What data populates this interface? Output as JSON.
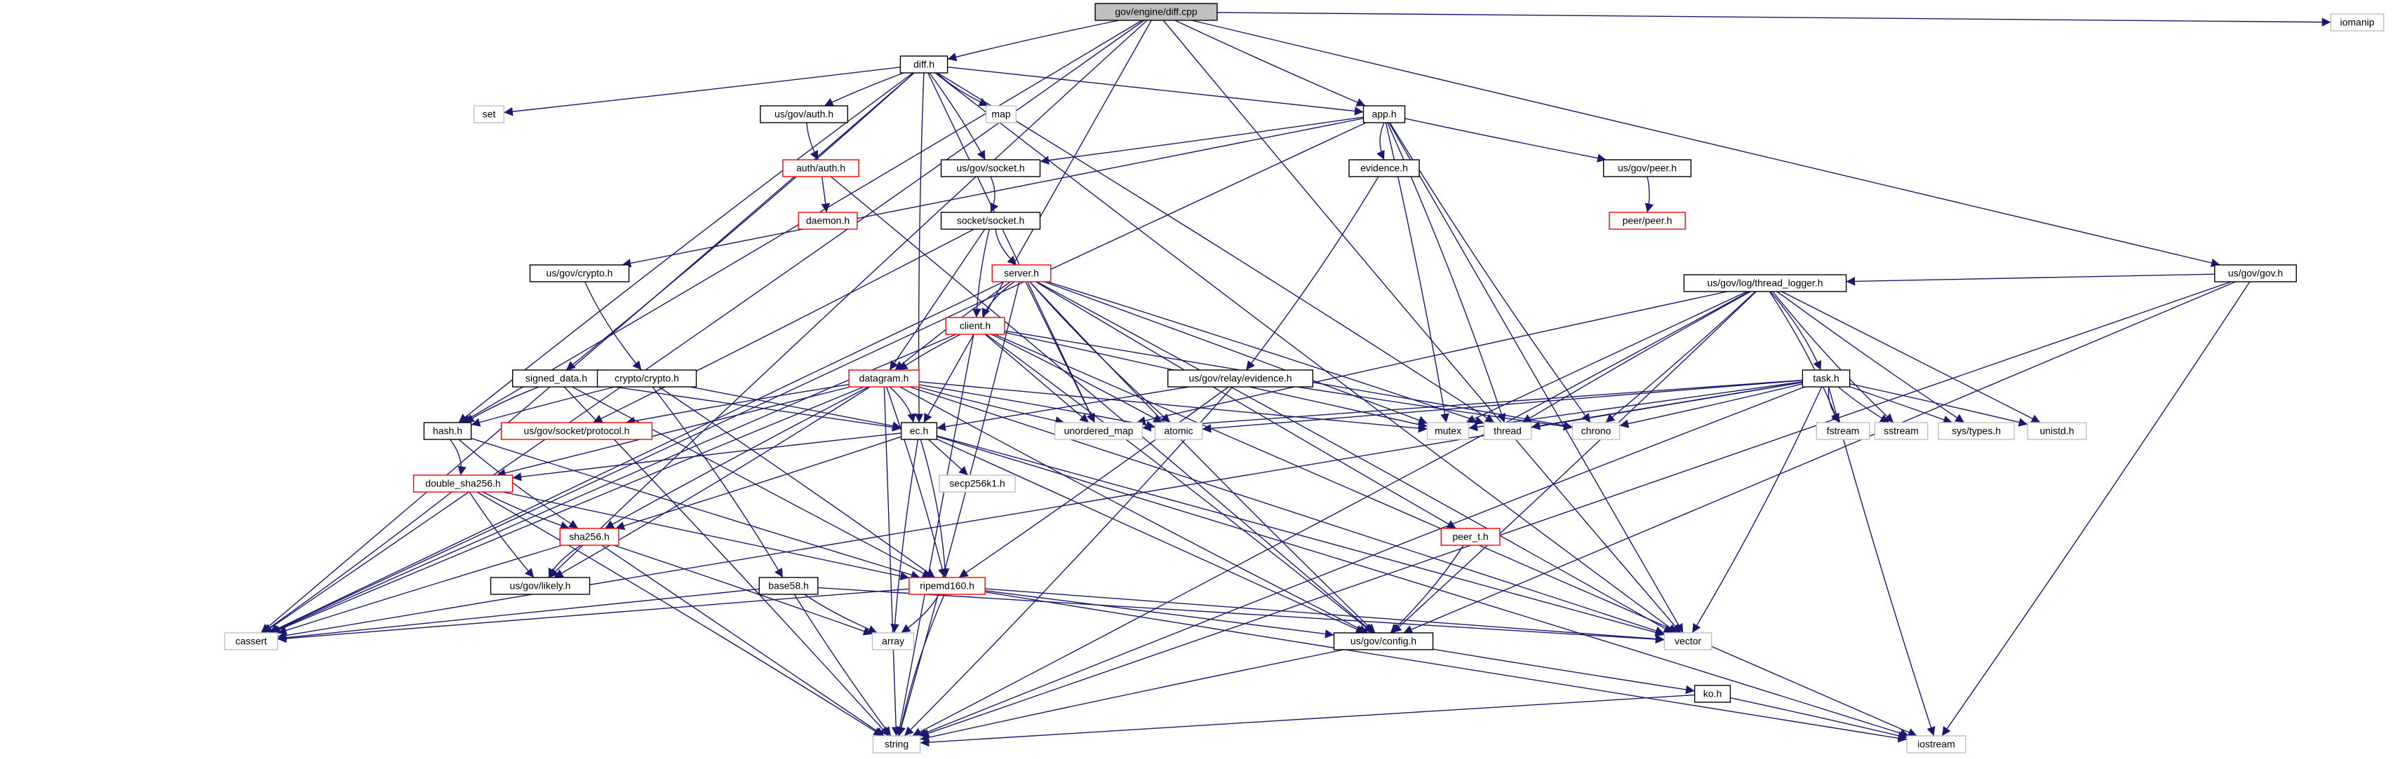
{
  "title": "gov/engine/diff.cpp",
  "colors": {
    "edge": "#191970",
    "node_fill": "#ffffff",
    "root_fill": "#bfbfbf",
    "documented_border": "#000000",
    "truncated_border": "#ff0000",
    "external_border": "#bfbfbf"
  },
  "nodes": [
    {
      "id": "diffcpp",
      "label": "gov/engine/diff.cpp",
      "kind": "root"
    },
    {
      "id": "iomanip",
      "label": "iomanip",
      "kind": "external"
    },
    {
      "id": "diffh",
      "label": "diff.h",
      "kind": "documented"
    },
    {
      "id": "set",
      "label": "set",
      "kind": "external"
    },
    {
      "id": "map",
      "label": "map",
      "kind": "external"
    },
    {
      "id": "govauth",
      "label": "us/gov/auth.h",
      "kind": "documented"
    },
    {
      "id": "authauth",
      "label": "auth/auth.h",
      "kind": "truncated"
    },
    {
      "id": "daemon",
      "label": "daemon.h",
      "kind": "truncated"
    },
    {
      "id": "apph",
      "label": "app.h",
      "kind": "documented"
    },
    {
      "id": "govsocket",
      "label": "us/gov/socket.h",
      "kind": "documented"
    },
    {
      "id": "evidence",
      "label": "evidence.h",
      "kind": "documented"
    },
    {
      "id": "govpeer",
      "label": "us/gov/peer.h",
      "kind": "documented"
    },
    {
      "id": "peerpeer",
      "label": "peer/peer.h",
      "kind": "truncated"
    },
    {
      "id": "socketsocket",
      "label": "socket/socket.h",
      "kind": "documented"
    },
    {
      "id": "govcrypto",
      "label": "us/gov/crypto.h",
      "kind": "documented"
    },
    {
      "id": "server",
      "label": "server.h",
      "kind": "truncated"
    },
    {
      "id": "govgov",
      "label": "us/gov/gov.h",
      "kind": "documented"
    },
    {
      "id": "thread_logger",
      "label": "us/gov/log/thread_logger.h",
      "kind": "documented"
    },
    {
      "id": "client",
      "label": "client.h",
      "kind": "truncated"
    },
    {
      "id": "signed_data",
      "label": "signed_data.h",
      "kind": "documented"
    },
    {
      "id": "cryptocrypto",
      "label": "crypto/crypto.h",
      "kind": "documented"
    },
    {
      "id": "datagram",
      "label": "datagram.h",
      "kind": "truncated"
    },
    {
      "id": "relayevidence",
      "label": "us/gov/relay/evidence.h",
      "kind": "documented"
    },
    {
      "id": "task",
      "label": "task.h",
      "kind": "documented"
    },
    {
      "id": "hash",
      "label": "hash.h",
      "kind": "documented"
    },
    {
      "id": "protocol",
      "label": "us/gov/socket/protocol.h",
      "kind": "truncated"
    },
    {
      "id": "ec",
      "label": "ec.h",
      "kind": "documented"
    },
    {
      "id": "unordered_map",
      "label": "unordered_map",
      "kind": "external"
    },
    {
      "id": "atomic",
      "label": "atomic",
      "kind": "external"
    },
    {
      "id": "mutex",
      "label": "mutex",
      "kind": "external"
    },
    {
      "id": "thread",
      "label": "thread",
      "kind": "external"
    },
    {
      "id": "chrono",
      "label": "chrono",
      "kind": "external"
    },
    {
      "id": "fstream",
      "label": "fstream",
      "kind": "external"
    },
    {
      "id": "sstream",
      "label": "sstream",
      "kind": "external"
    },
    {
      "id": "systypes",
      "label": "sys/types.h",
      "kind": "external"
    },
    {
      "id": "unistd",
      "label": "unistd.h",
      "kind": "external"
    },
    {
      "id": "secp",
      "label": "secp256k1.h",
      "kind": "external"
    },
    {
      "id": "double_sha",
      "label": "double_sha256.h",
      "kind": "truncated"
    },
    {
      "id": "sha256",
      "label": "sha256.h",
      "kind": "truncated"
    },
    {
      "id": "peer_t",
      "label": "peer_t.h",
      "kind": "truncated"
    },
    {
      "id": "likely",
      "label": "us/gov/likely.h",
      "kind": "documented"
    },
    {
      "id": "base58",
      "label": "base58.h",
      "kind": "documented"
    },
    {
      "id": "ripemd",
      "label": "ripemd160.h",
      "kind": "truncated"
    },
    {
      "id": "cassert",
      "label": "cassert",
      "kind": "external"
    },
    {
      "id": "array",
      "label": "array",
      "kind": "external"
    },
    {
      "id": "config",
      "label": "us/gov/config.h",
      "kind": "documented"
    },
    {
      "id": "vector",
      "label": "vector",
      "kind": "external"
    },
    {
      "id": "ko",
      "label": "ko.h",
      "kind": "documented"
    },
    {
      "id": "string",
      "label": "string",
      "kind": "external"
    },
    {
      "id": "iostream",
      "label": "iostream",
      "kind": "external"
    }
  ],
  "edges": [
    [
      "diffcpp",
      "diffh"
    ],
    [
      "diffcpp",
      "apph"
    ],
    [
      "diffcpp",
      "iomanip"
    ],
    [
      "diffcpp",
      "govgov"
    ],
    [
      "diffcpp",
      "cassert"
    ],
    [
      "diffcpp",
      "likely"
    ],
    [
      "diffcpp",
      "vector"
    ],
    [
      "diffcpp",
      "ec"
    ],
    [
      "diffcpp",
      "hash"
    ],
    [
      "diffh",
      "set"
    ],
    [
      "diffh",
      "map"
    ],
    [
      "diffh",
      "govauth"
    ],
    [
      "diffh",
      "apph"
    ],
    [
      "diffh",
      "govsocket"
    ],
    [
      "diffh",
      "signed_data"
    ],
    [
      "diffh",
      "hash"
    ],
    [
      "diffh",
      "ec"
    ],
    [
      "diffh",
      "unordered_map"
    ],
    [
      "diffh",
      "cassert"
    ],
    [
      "diffh",
      "thread"
    ],
    [
      "diffh",
      "vector"
    ],
    [
      "govauth",
      "authauth"
    ],
    [
      "authauth",
      "daemon"
    ],
    [
      "authauth",
      "config"
    ],
    [
      "apph",
      "govsocket"
    ],
    [
      "apph",
      "evidence"
    ],
    [
      "apph",
      "govpeer"
    ],
    [
      "apph",
      "govcrypto"
    ],
    [
      "apph",
      "mutex"
    ],
    [
      "apph",
      "thread"
    ],
    [
      "apph",
      "chrono"
    ],
    [
      "apph",
      "cassert"
    ],
    [
      "apph",
      "vector"
    ],
    [
      "govpeer",
      "peerpeer"
    ],
    [
      "govsocket",
      "socketsocket"
    ],
    [
      "socketsocket",
      "server"
    ],
    [
      "socketsocket",
      "client"
    ],
    [
      "socketsocket",
      "datagram"
    ],
    [
      "socketsocket",
      "protocol"
    ],
    [
      "evidence",
      "relayevidence"
    ],
    [
      "govcrypto",
      "cryptocrypto"
    ],
    [
      "cryptocrypto",
      "hash"
    ],
    [
      "cryptocrypto",
      "ec"
    ],
    [
      "cryptocrypto",
      "ripemd"
    ],
    [
      "cryptocrypto",
      "base58"
    ],
    [
      "server",
      "client"
    ],
    [
      "server",
      "datagram"
    ],
    [
      "server",
      "unordered_map"
    ],
    [
      "server",
      "mutex"
    ],
    [
      "server",
      "thread"
    ],
    [
      "server",
      "config"
    ],
    [
      "server",
      "peer_t"
    ],
    [
      "server",
      "cassert"
    ],
    [
      "server",
      "string"
    ],
    [
      "server",
      "vector"
    ],
    [
      "server",
      "atomic"
    ],
    [
      "client",
      "datagram"
    ],
    [
      "client",
      "unordered_map"
    ],
    [
      "client",
      "atomic"
    ],
    [
      "client",
      "config"
    ],
    [
      "client",
      "cassert"
    ],
    [
      "client",
      "mutex"
    ],
    [
      "client",
      "string"
    ],
    [
      "client",
      "iostream"
    ],
    [
      "client",
      "chrono"
    ],
    [
      "govgov",
      "thread_logger"
    ],
    [
      "govgov",
      "config"
    ],
    [
      "govgov",
      "string"
    ],
    [
      "govgov",
      "iostream"
    ],
    [
      "thread_logger",
      "task"
    ],
    [
      "thread_logger",
      "unordered_map"
    ],
    [
      "thread_logger",
      "thread"
    ],
    [
      "thread_logger",
      "mutex"
    ],
    [
      "thread_logger",
      "chrono"
    ],
    [
      "thread_logger",
      "fstream"
    ],
    [
      "thread_logger",
      "sstream"
    ],
    [
      "thread_logger",
      "systypes"
    ],
    [
      "thread_logger",
      "unistd"
    ],
    [
      "thread_logger",
      "config"
    ],
    [
      "thread_logger",
      "string"
    ],
    [
      "signed_data",
      "hash"
    ],
    [
      "signed_data",
      "ec"
    ],
    [
      "signed_data",
      "ripemd"
    ],
    [
      "signed_data",
      "string"
    ],
    [
      "datagram",
      "ec"
    ],
    [
      "datagram",
      "protocol"
    ],
    [
      "datagram",
      "sha256"
    ],
    [
      "datagram",
      "double_sha"
    ],
    [
      "datagram",
      "ripemd"
    ],
    [
      "datagram",
      "likely"
    ],
    [
      "datagram",
      "config"
    ],
    [
      "datagram",
      "cassert"
    ],
    [
      "datagram",
      "string"
    ],
    [
      "datagram",
      "vector"
    ],
    [
      "datagram",
      "atomic"
    ],
    [
      "datagram",
      "unordered_map"
    ],
    [
      "datagram",
      "mutex"
    ],
    [
      "relayevidence",
      "ec"
    ],
    [
      "relayevidence",
      "ripemd"
    ],
    [
      "relayevidence",
      "string"
    ],
    [
      "relayevidence",
      "chrono"
    ],
    [
      "task",
      "mutex"
    ],
    [
      "task",
      "thread"
    ],
    [
      "task",
      "chrono"
    ],
    [
      "task",
      "atomic"
    ],
    [
      "task",
      "fstream"
    ],
    [
      "task",
      "sstream"
    ],
    [
      "task",
      "systypes"
    ],
    [
      "task",
      "unistd"
    ],
    [
      "task",
      "vector"
    ],
    [
      "task",
      "string"
    ],
    [
      "task",
      "iostream"
    ],
    [
      "task",
      "cassert"
    ],
    [
      "task",
      "unordered_map"
    ],
    [
      "hash",
      "double_sha"
    ],
    [
      "hash",
      "sha256"
    ],
    [
      "hash",
      "ripemd"
    ],
    [
      "ec",
      "secp"
    ],
    [
      "ec",
      "sha256"
    ],
    [
      "ec",
      "ripemd"
    ],
    [
      "ec",
      "double_sha"
    ],
    [
      "ec",
      "array"
    ],
    [
      "ec",
      "config"
    ],
    [
      "ec",
      "vector"
    ],
    [
      "ec",
      "iostream"
    ],
    [
      "double_sha",
      "sha256"
    ],
    [
      "double_sha",
      "likely"
    ],
    [
      "double_sha",
      "ripemd"
    ],
    [
      "double_sha",
      "cassert"
    ],
    [
      "double_sha",
      "string"
    ],
    [
      "sha256",
      "likely"
    ],
    [
      "sha256",
      "cassert"
    ],
    [
      "sha256",
      "string"
    ],
    [
      "sha256",
      "array"
    ],
    [
      "peer_t",
      "config"
    ],
    [
      "base58",
      "array"
    ],
    [
      "base58",
      "string"
    ],
    [
      "base58",
      "cassert"
    ],
    [
      "base58",
      "vector"
    ],
    [
      "ripemd",
      "array"
    ],
    [
      "ripemd",
      "string"
    ],
    [
      "ripemd",
      "config"
    ],
    [
      "ripemd",
      "vector"
    ],
    [
      "ripemd",
      "cassert"
    ],
    [
      "ripemd",
      "iostream"
    ],
    [
      "config",
      "string"
    ],
    [
      "config",
      "ko"
    ],
    [
      "ko",
      "string"
    ],
    [
      "ko",
      "iostream"
    ]
  ]
}
